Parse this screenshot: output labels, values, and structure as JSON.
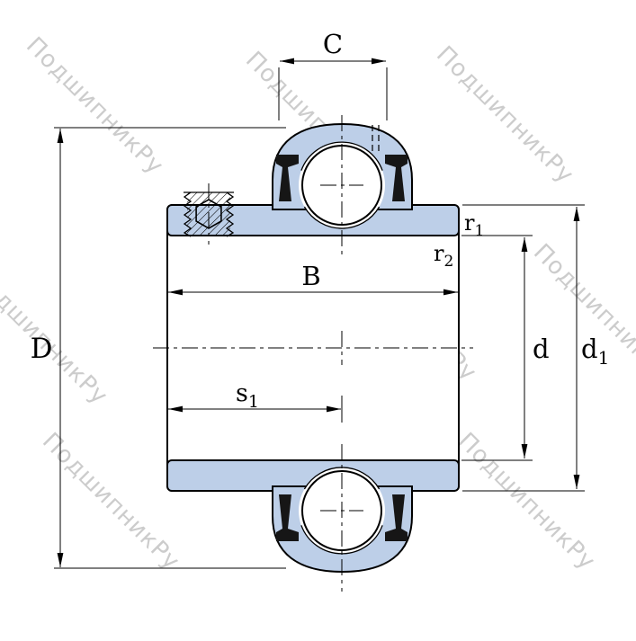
{
  "watermark": {
    "text": "ПодшипникРу",
    "color": "#c7c7c7"
  },
  "colors": {
    "part_fill": "#bdcfe8",
    "outline": "#000000",
    "background": "#ffffff"
  },
  "dimension_labels": {
    "C": {
      "base": "C"
    },
    "D": {
      "base": "D"
    },
    "B": {
      "base": "B"
    },
    "s1": {
      "base": "s",
      "sub": "1"
    },
    "r1": {
      "base": "r",
      "sub": "1"
    },
    "r2": {
      "base": "r",
      "sub": "2"
    },
    "d": {
      "base": "d"
    },
    "d1": {
      "base": "d",
      "sub": "1"
    }
  }
}
